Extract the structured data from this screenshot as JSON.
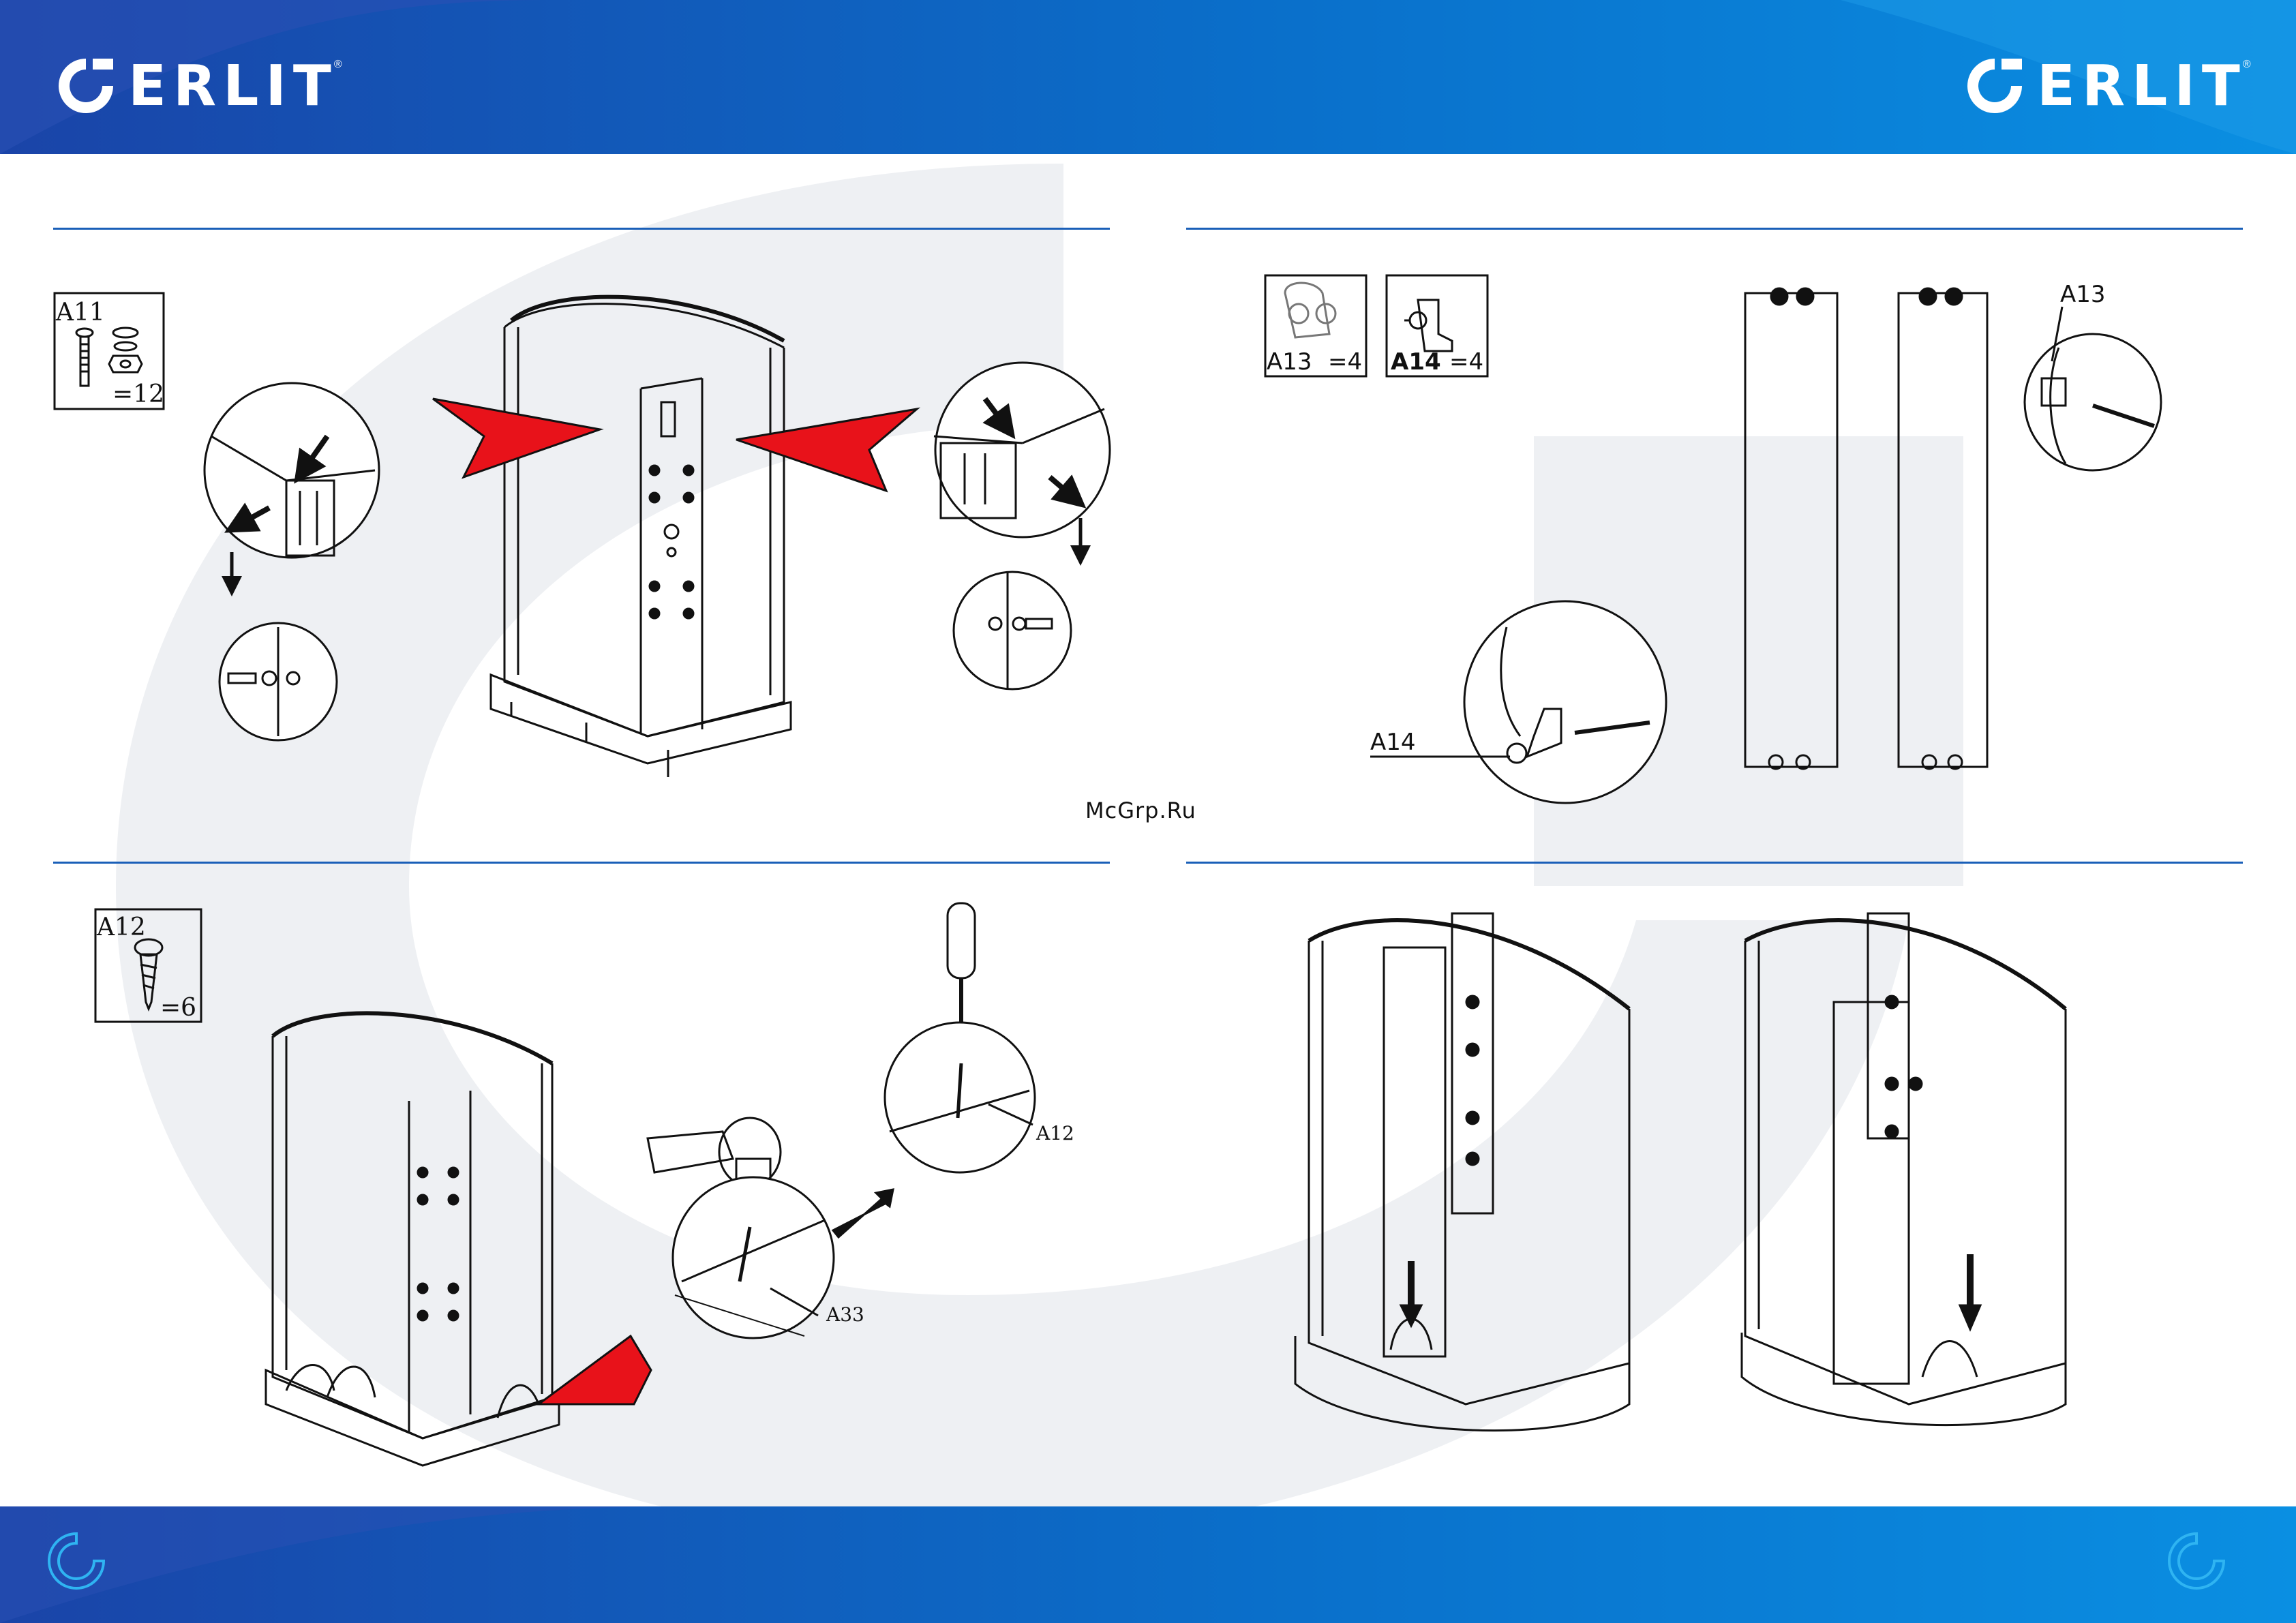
{
  "brand": {
    "name": "ERLIT",
    "trademark": "®"
  },
  "watermark": "McGrp.Ru",
  "steps": {
    "step1": {
      "part_code": "A11",
      "quantity": "=12"
    },
    "step2": {
      "part_a": "A13",
      "part_a_qty": "=4",
      "part_b": "A14",
      "part_b_qty": "=4",
      "callout_a": "A13",
      "callout_b": "A14"
    },
    "step3": {
      "part_code": "A12",
      "quantity": "=6",
      "callout_a": "A12",
      "callout_b": "A33"
    }
  },
  "colors": {
    "brand_blue": "#0a6fca",
    "arrow_red": "#e8121a",
    "line": "#111111"
  }
}
